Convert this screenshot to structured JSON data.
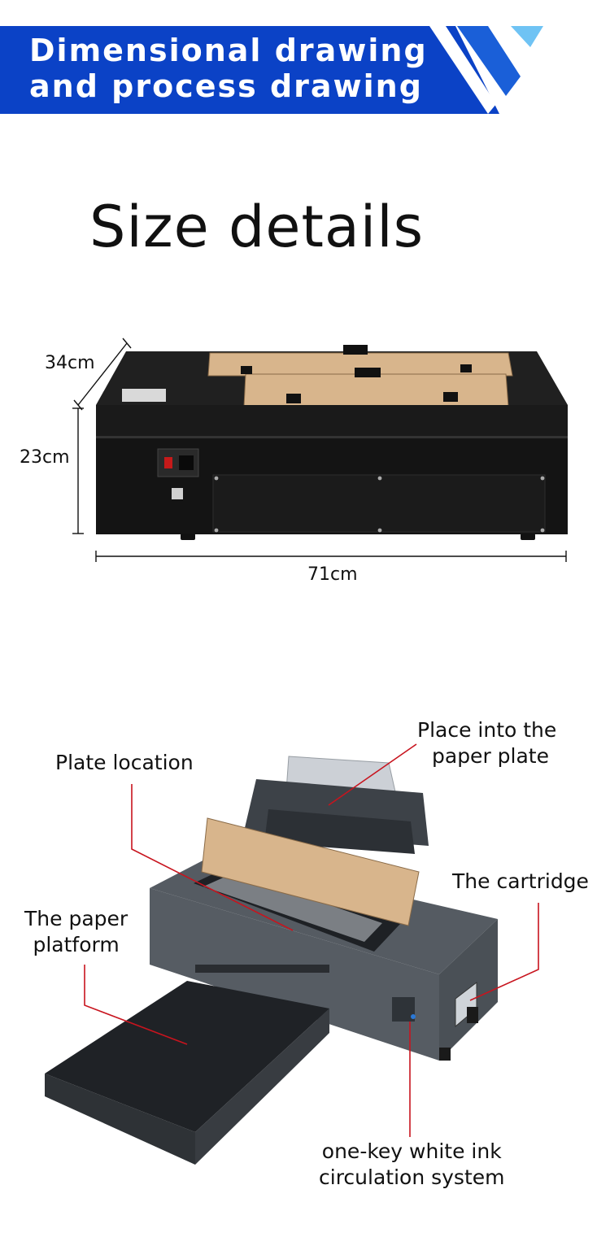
{
  "banner": {
    "line1": "Dimensional drawing",
    "line2": "and process drawing",
    "color": "#0b42c6",
    "accent": "#6fc3f4"
  },
  "size_title": "Size details",
  "dimensions": {
    "depth": "34cm",
    "height": "23cm",
    "width": "71cm"
  },
  "process": {
    "paper_plate_1": "Place into the",
    "paper_plate_2": "paper plate",
    "plate_location": "Plate location",
    "cartridge": "The cartridge",
    "paper_platform_1": "The paper",
    "paper_platform_2": "platform",
    "white_ink_1": "one-key white ink",
    "white_ink_2": "circulation system"
  },
  "colors": {
    "leader_line": "#c8141e",
    "printer_body": "#1c1c1c",
    "acrylic_plate": "#d8b58c"
  }
}
